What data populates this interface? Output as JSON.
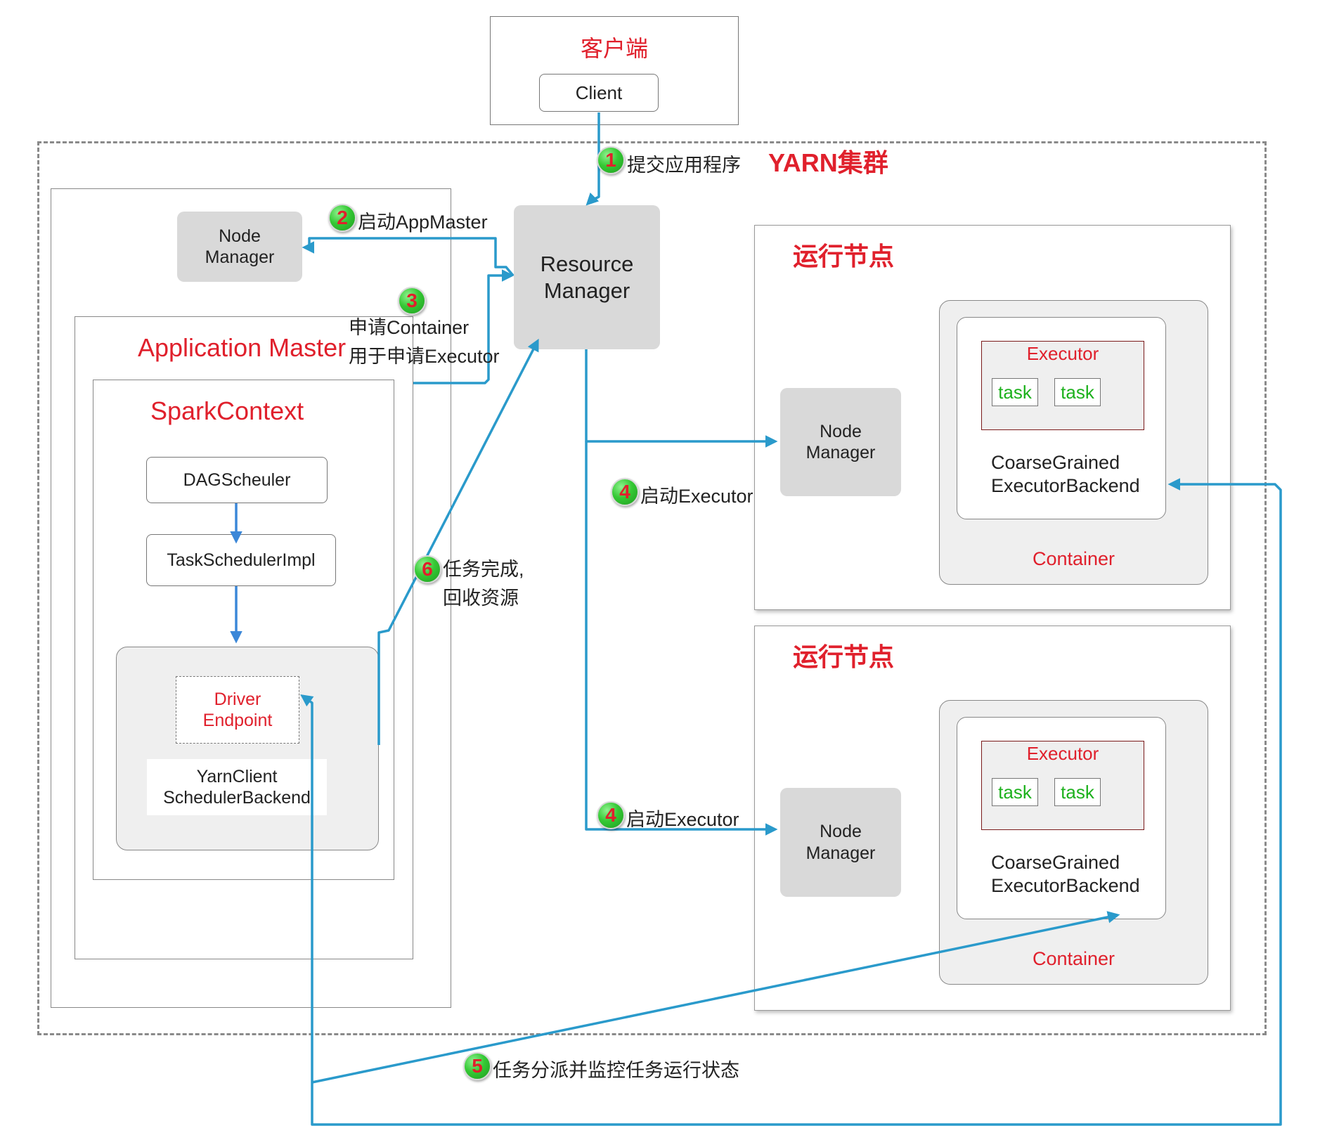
{
  "client": {
    "title": "客户端",
    "node": "Client"
  },
  "cluster": {
    "title": "YARN集群"
  },
  "resource_manager": {
    "label": "Resource\nManager"
  },
  "am_node": {
    "node_manager": "Node\nManager",
    "application_master": "Application Master",
    "spark_context": "SparkContext",
    "dag_scheduler": "DAGScheuler",
    "task_scheduler": "TaskSchedulerImpl",
    "driver_endpoint": "Driver\nEndpoint",
    "backend": "YarnClient\nSchedulerBackend"
  },
  "worker_nodes": [
    {
      "title": "运行节点",
      "node_manager": "Node\nManager",
      "executor": "Executor",
      "tasks": [
        "task",
        "task"
      ],
      "backend": "CoarseGrained\nExecutorBackend",
      "container": "Container"
    },
    {
      "title": "运行节点",
      "node_manager": "Node\nManager",
      "executor": "Executor",
      "tasks": [
        "task",
        "task"
      ],
      "backend": "CoarseGrained\nExecutorBackend",
      "container": "Container"
    }
  ],
  "steps": [
    {
      "num": "1",
      "text": "提交应用程序"
    },
    {
      "num": "2",
      "text": "启动AppMaster"
    },
    {
      "num": "3",
      "text": "申请Container\n用于申请Executor"
    },
    {
      "num": "4",
      "text": "启动Executor"
    },
    {
      "num": "4",
      "text": "启动Executor"
    },
    {
      "num": "5",
      "text": "任务分派并监控任务运行状态"
    },
    {
      "num": "6",
      "text": "任务完成,\n回收资源"
    }
  ],
  "colors": {
    "accent_red": "#e0202c",
    "arrow_blue": "#2a9acb",
    "task_green": "#1db11d",
    "box_gray": "#d9d9d9"
  }
}
